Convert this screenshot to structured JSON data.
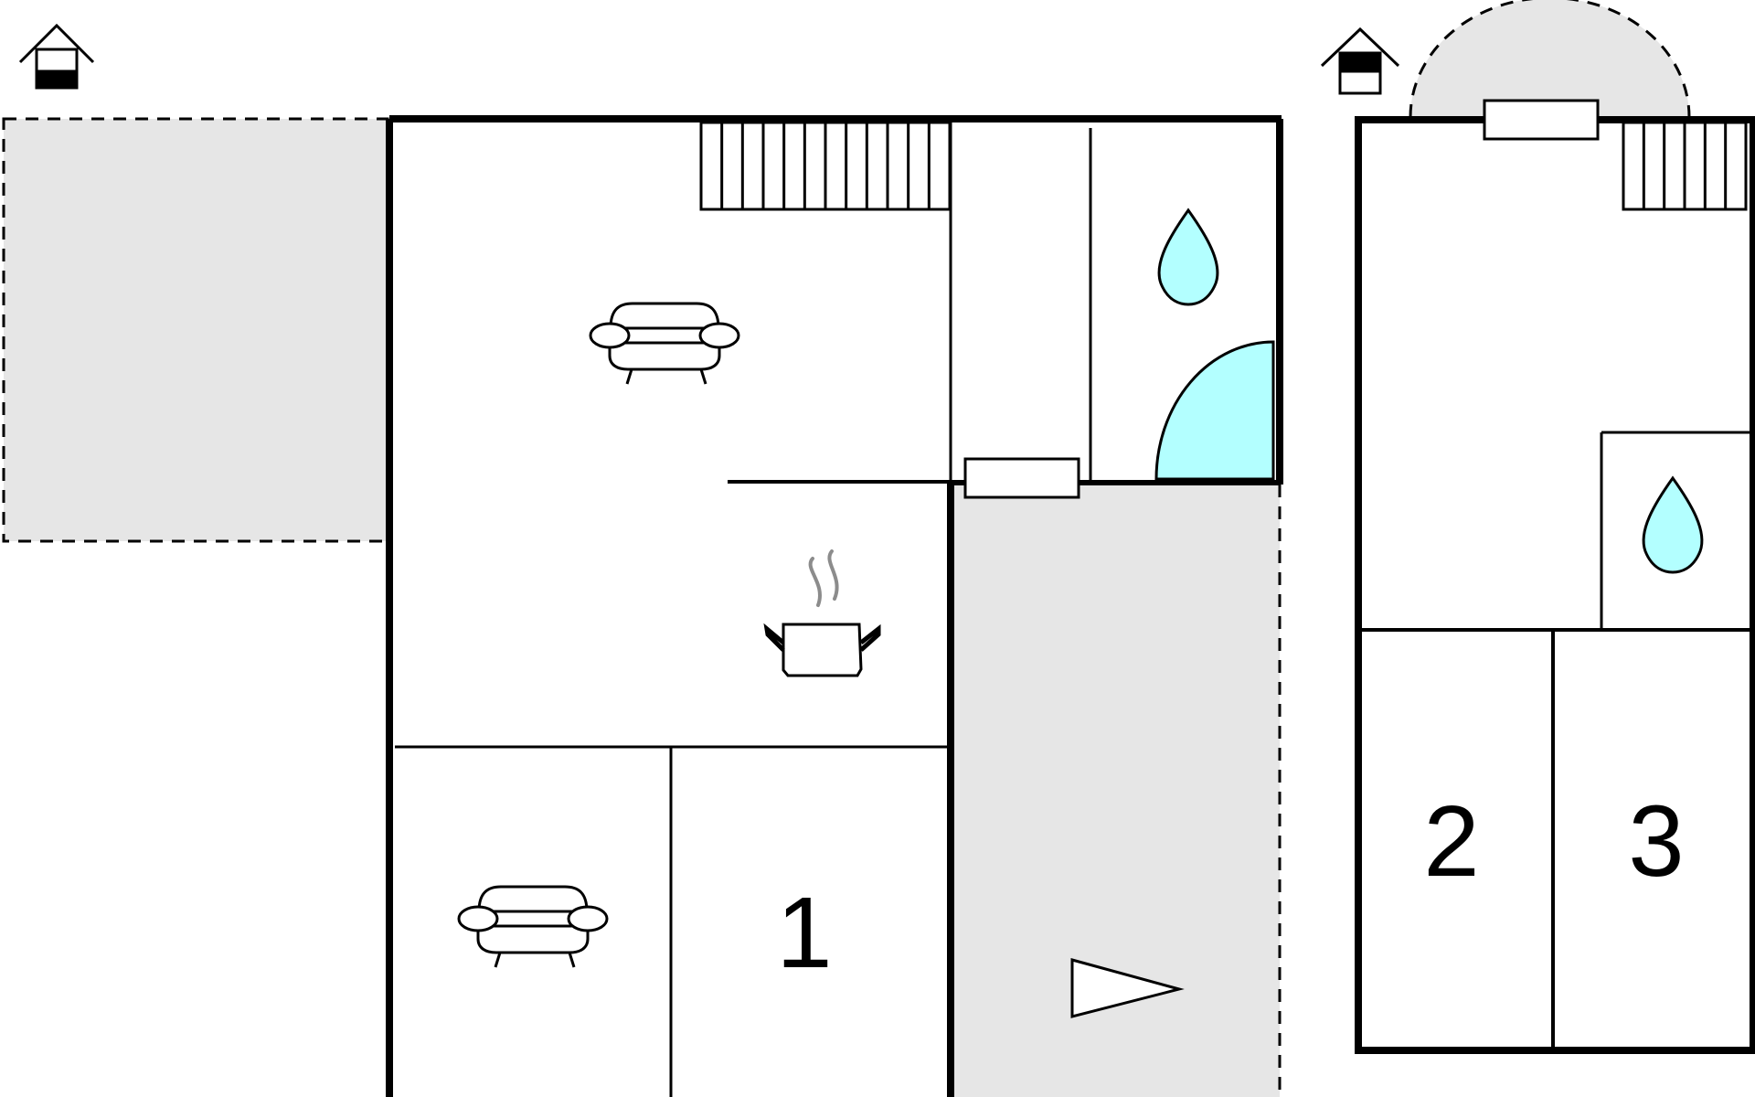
{
  "diagram": {
    "room_labels": [
      "1",
      "2",
      "3"
    ],
    "icons": {
      "floor_marker": "house-floor-icon",
      "living": "sofa-icon",
      "kitchen": "cooking-pot-icon",
      "bathroom": "water-drop-icon",
      "entrance": "entrance-arrow-icon",
      "stairs": "stairs-icon",
      "window": "window-icon"
    },
    "colors": {
      "line": "#000000",
      "outdoor_area": "#e6e6e6",
      "water": "#b3ffff",
      "steam": "#8c8c8c"
    }
  }
}
